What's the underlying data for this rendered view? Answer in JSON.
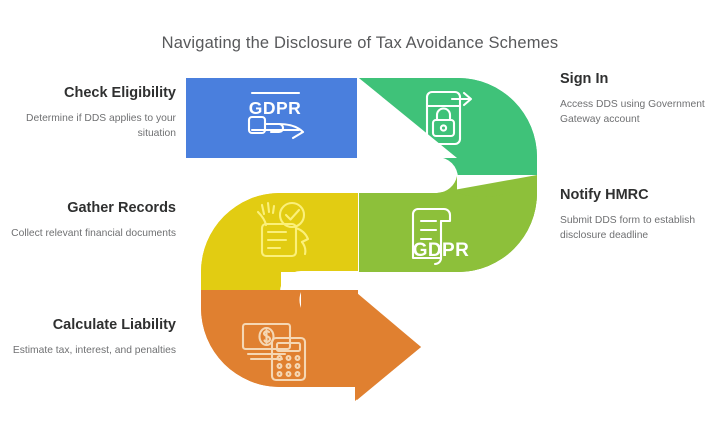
{
  "title": "Navigating the Disclosure of Tax Avoidance Schemes",
  "colors": {
    "blue": "#4a7fdd",
    "green": "#3fc279",
    "yellow_green": "#8dc03a",
    "yellow": "#e2cc12",
    "orange": "#e08030",
    "background": "#ffffff",
    "heading_text": "#2f3030",
    "body_text": "#6f7072",
    "title_text": "#58595b",
    "icon_stroke": "#ffffff"
  },
  "steps": [
    {
      "id": "check-eligibility",
      "heading": "Check Eligibility",
      "body": "Determine if DDS applies to your situation",
      "side": "left",
      "color": "#4a7fdd",
      "icon": "gdpr-hand-icon",
      "icon_label": "GDPR"
    },
    {
      "id": "sign-in",
      "heading": "Sign In",
      "body": "Access DDS using Government Gateway account",
      "side": "right",
      "color": "#3fc279",
      "icon": "secure-login-icon",
      "icon_label": ""
    },
    {
      "id": "notify-hmrc",
      "heading": "Notify HMRC",
      "body": "Submit DDS form to establish disclosure deadline",
      "side": "right",
      "color": "#8dc03a",
      "icon": "gdpr-document-icon",
      "icon_label": "GDPR"
    },
    {
      "id": "gather-records",
      "heading": "Gather Records",
      "body": "Collect relevant financial documents",
      "side": "left",
      "color": "#e2cc12",
      "icon": "document-check-hands-icon",
      "icon_label": ""
    },
    {
      "id": "calculate-liability",
      "heading": "Calculate Liability",
      "body": "Estimate tax, interest, and penalties",
      "side": "left",
      "color": "#e08030",
      "icon": "money-calculator-icon",
      "icon_label": "$"
    }
  ]
}
